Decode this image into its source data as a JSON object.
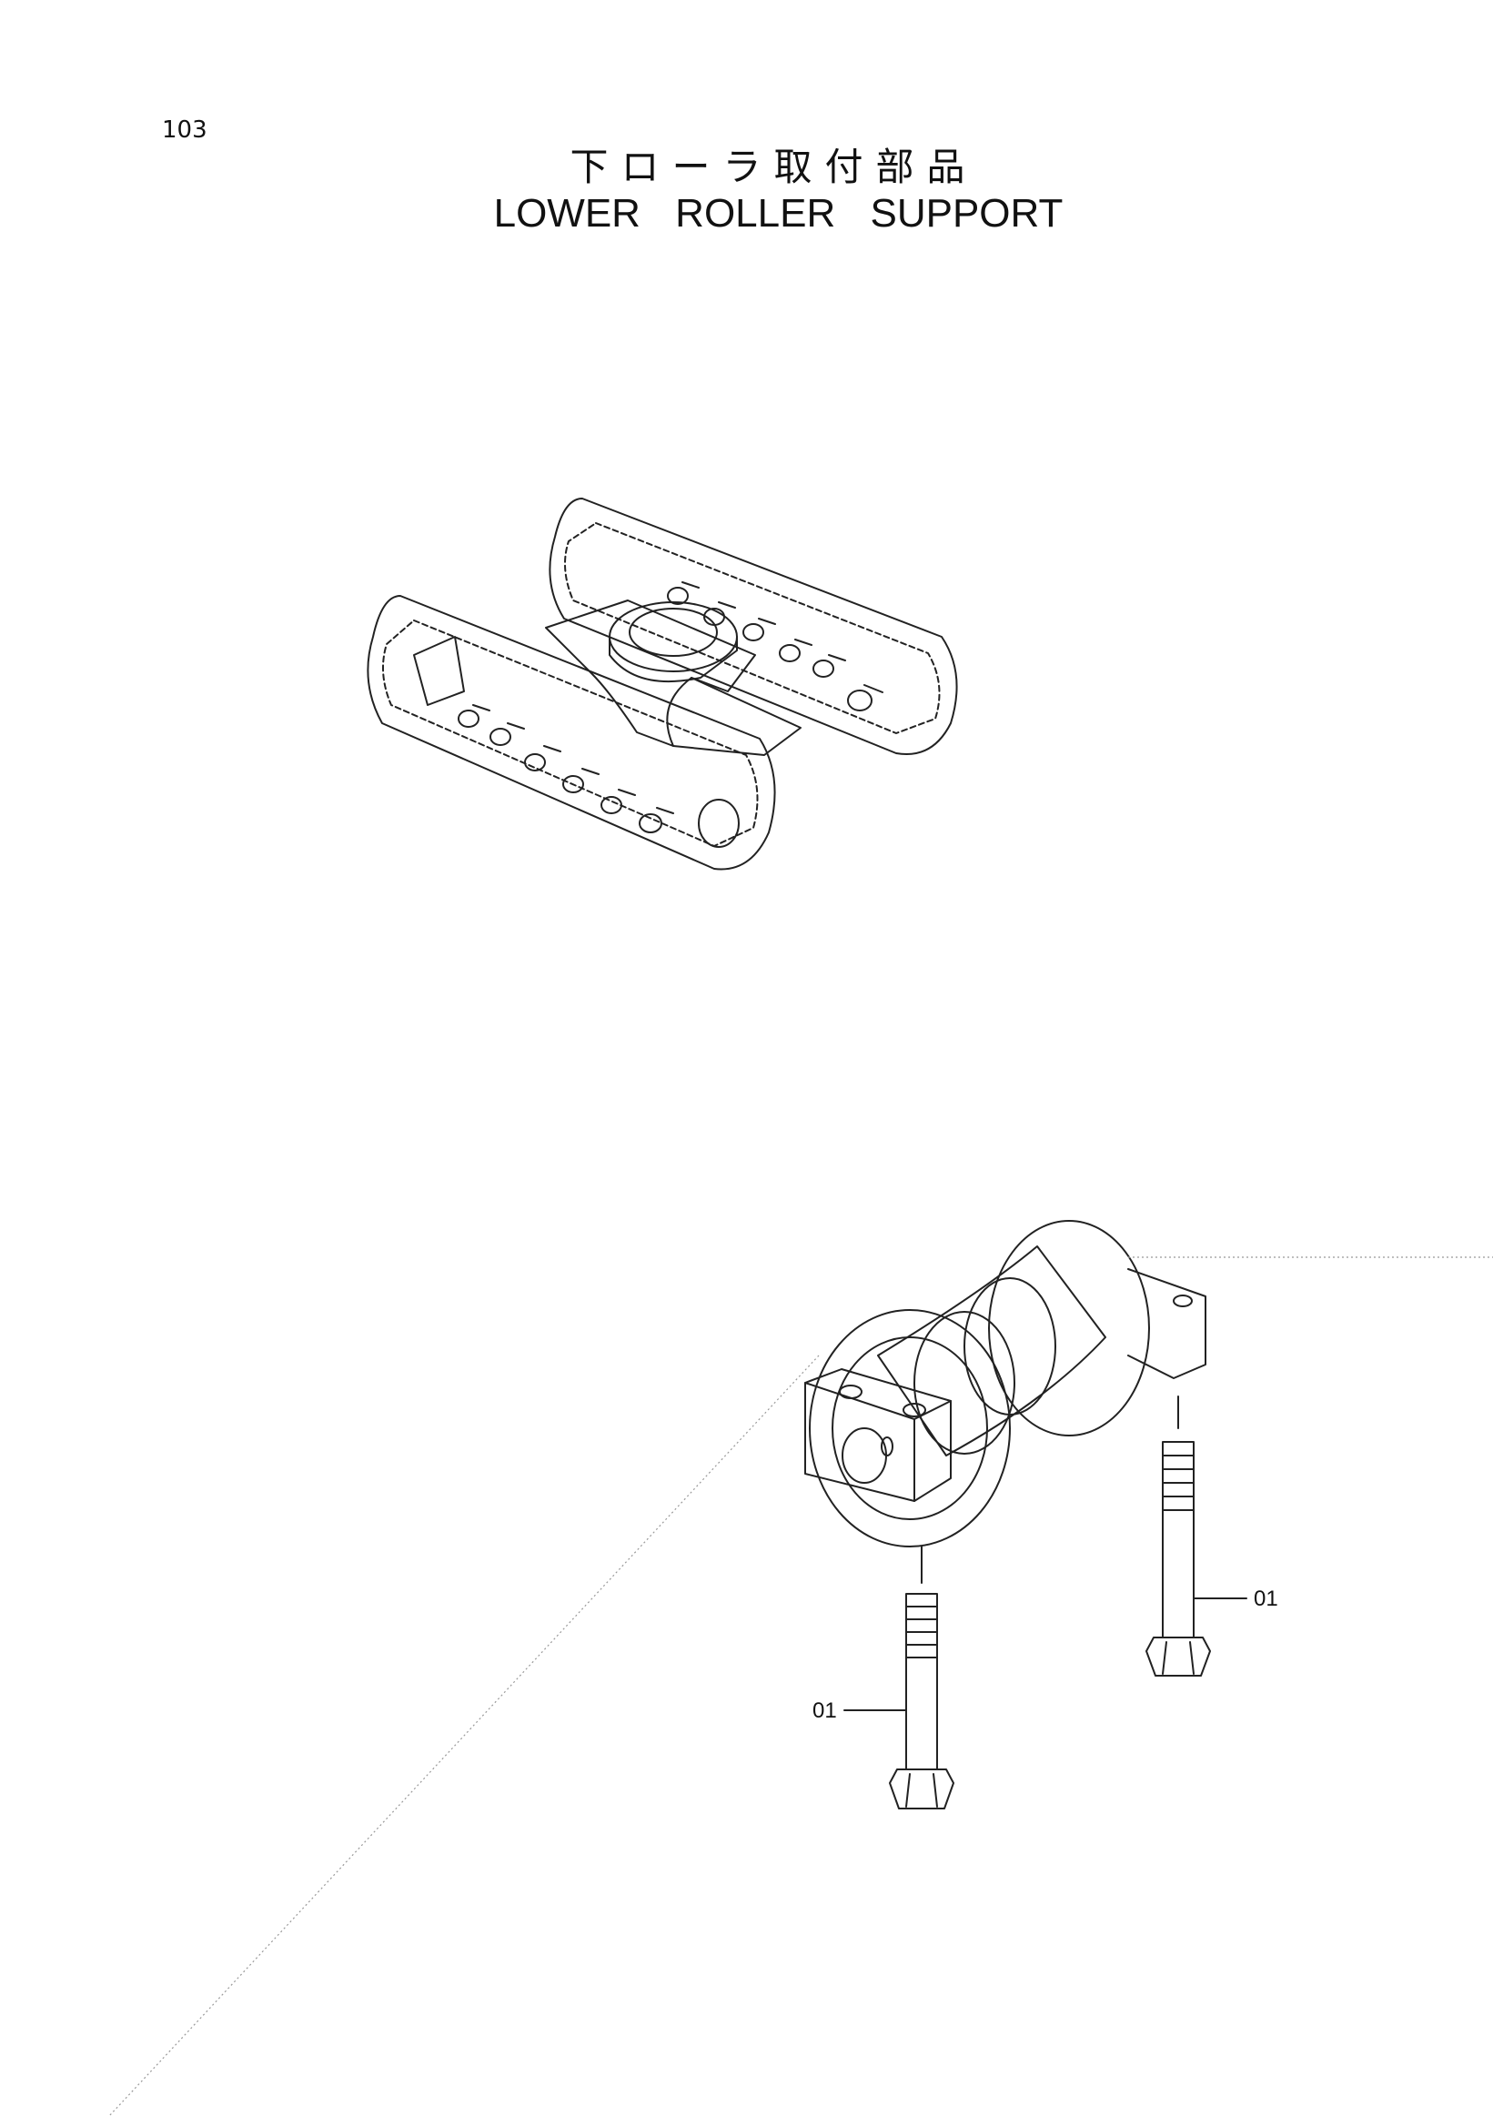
{
  "header": {
    "page_number": "103",
    "title_jp": "下ローラ取付部品",
    "title_en": "LOWER ROLLER SUPPORT"
  },
  "callouts": [
    {
      "label": "01",
      "part": "upper-bolt"
    },
    {
      "label": "01",
      "part": "lower-bolt"
    }
  ]
}
